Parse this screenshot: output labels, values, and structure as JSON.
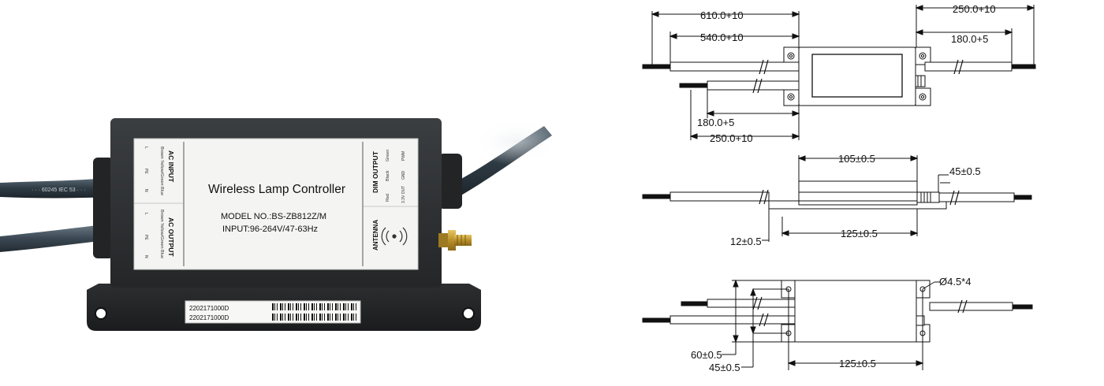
{
  "product": {
    "title": "Wireless Lamp Controller",
    "model": "MODEL NO.:BS-ZB812Z/M",
    "input": "INPUT:96-264V/47-63Hz",
    "ac_input": {
      "heading": "AC INPUT",
      "wires": "Brown Yellow/Green Blue",
      "terminals": [
        "L",
        "PE",
        "N"
      ]
    },
    "ac_output": {
      "heading": "AC OUTPUT",
      "wires": "Brown Yellow/Green Blue",
      "terminals": [
        "L",
        "PE",
        "N"
      ]
    },
    "dim_output": {
      "heading": "DIM OUTPUT",
      "wire_colors": [
        "Green",
        "Black",
        "Red"
      ],
      "signals": [
        "PWM",
        "GND",
        "3.3V OUT"
      ]
    },
    "antenna_label": "ANTENNA",
    "barcode_text": "2202171000D",
    "colors": {
      "housing": "#2e3032",
      "label_bg": "#f4f5f3",
      "cable": "#3a4650",
      "antenna": "#c9a23b"
    }
  },
  "drawing": {
    "top_view": {
      "dims": [
        "610.0+10",
        "540.0+10",
        "250.0+10",
        "180.0+5",
        "180.0+5",
        "250.0+10"
      ]
    },
    "side_view": {
      "dims": [
        "105±0.5",
        "45±0.5",
        "12±0.5",
        "125±0.5"
      ]
    },
    "bottom_view": {
      "dims": [
        "Ø4.5*4",
        "60±0.5",
        "45±0.5",
        "125±0.5"
      ]
    }
  }
}
